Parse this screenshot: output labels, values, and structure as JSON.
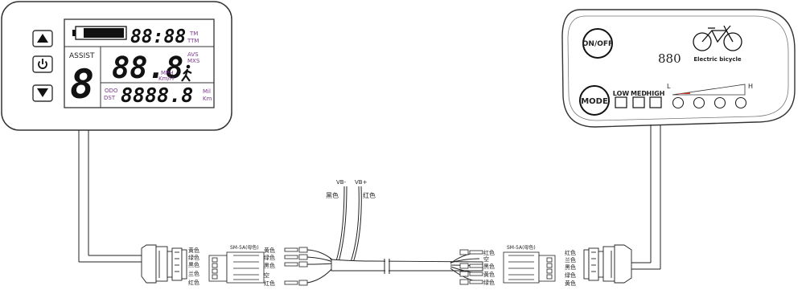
{
  "left_display": {
    "time": "88:88",
    "tm": "TM",
    "ttm": "TTM",
    "assist_label": "ASSIST",
    "assist_level": "8",
    "speed": "88.8",
    "avs": "AVS",
    "mxs": "MXS",
    "mph": "MPH",
    "kmh": "Km/H",
    "odo": "ODO",
    "dst": "DST",
    "distance": "8888.8",
    "mil": "Mil",
    "km": "Km"
  },
  "right_display": {
    "on_off": "ON/OFF",
    "model": "880",
    "bike_caption": "Electric bicycle",
    "mode": "MODE",
    "low": "LOW",
    "med": "MED",
    "high": "HIGH",
    "level_low": "L",
    "level_high": "H"
  },
  "cable": {
    "vb_minus": "VB-",
    "vb_plus": "VB+",
    "vb_minus_color": "黑色",
    "vb_plus_color": "红色",
    "left_connector_label": "SM-5A(母色)",
    "right_connector_label": "SM-5A(母色)",
    "left_plug_wires": [
      "黄色",
      "绿色",
      "黑色",
      "兰色",
      "红色"
    ],
    "left_loom_wires": [
      "黄色",
      "绿色",
      "黑色",
      "空",
      "红色"
    ],
    "right_loom_wires": [
      "红色",
      "空",
      "黑色",
      "黄色",
      "绿色"
    ],
    "right_plug_wires": [
      "红色",
      "兰色",
      "黑色",
      "绿色",
      "黄色"
    ]
  }
}
